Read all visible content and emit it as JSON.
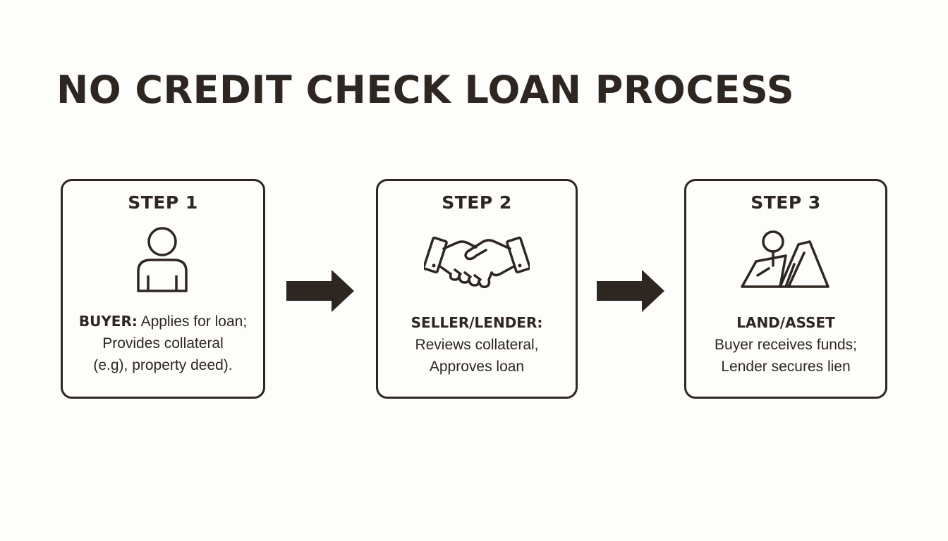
{
  "title": "NO CREDIT CHECK LOAN PROCESS",
  "steps": [
    {
      "label": "STEP 1",
      "icon": "person-icon",
      "role": "BUYER:",
      "lines": [
        "Applies for loan;",
        "Provides collateral",
        "(e.g), property deed)."
      ]
    },
    {
      "label": "STEP 2",
      "icon": "handshake-icon",
      "role": "SELLER/LENDER:",
      "lines": [
        "Reviews collateral,",
        "Approves loan"
      ]
    },
    {
      "label": "STEP 3",
      "icon": "land-pin-icon",
      "role": "LAND/ASSET",
      "lines": [
        "Buyer receives funds;",
        "Lender secures lien"
      ]
    }
  ],
  "colors": {
    "ink": "#2e2620",
    "background": "#fdfdfc"
  }
}
